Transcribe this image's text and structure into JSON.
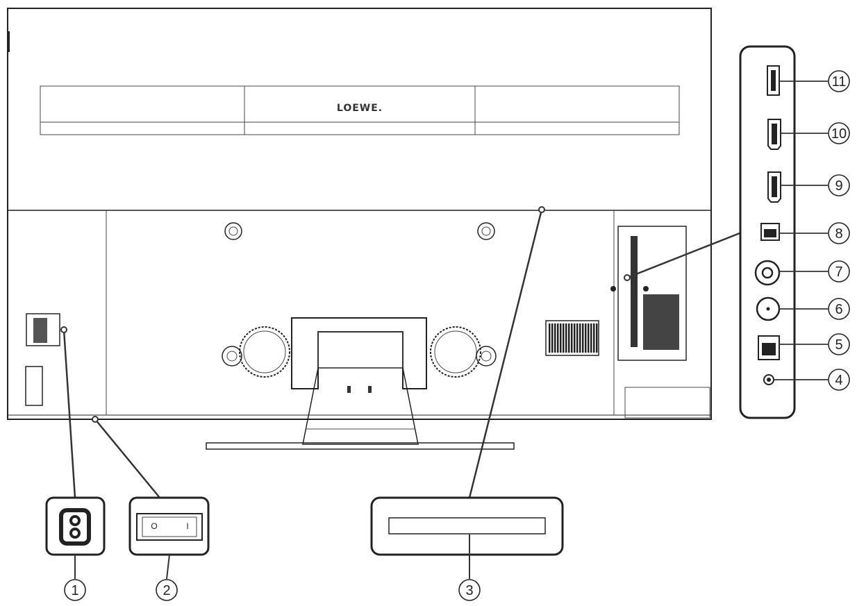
{
  "brand": {
    "logo_text": "LOEWE."
  },
  "callouts": [
    {
      "id": "callout-1",
      "label": "1"
    },
    {
      "id": "callout-2",
      "label": "2"
    },
    {
      "id": "callout-3",
      "label": "3"
    },
    {
      "id": "callout-4",
      "label": "4"
    },
    {
      "id": "callout-5",
      "label": "5"
    },
    {
      "id": "callout-6",
      "label": "6"
    },
    {
      "id": "callout-7",
      "label": "7"
    },
    {
      "id": "callout-8",
      "label": "8"
    },
    {
      "id": "callout-9",
      "label": "9"
    },
    {
      "id": "callout-10",
      "label": "10"
    },
    {
      "id": "callout-11",
      "label": "11"
    }
  ],
  "switch_marks": {
    "off": "O",
    "on": "I"
  }
}
